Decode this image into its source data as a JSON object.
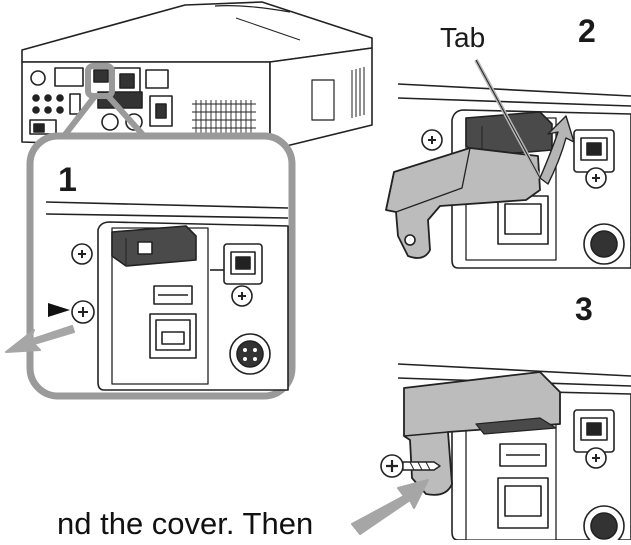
{
  "labels": {
    "step1": "1",
    "step2": "2",
    "step3": "3",
    "tab": "Tab",
    "caption_fragment": "nd the cover. Then"
  },
  "colors": {
    "line": "#222222",
    "cover_dark": "#4a4a4a",
    "cover_light": "#b9b9b9",
    "callout_frame": "#9a9a9a",
    "arrow": "#a6a6a6"
  },
  "icons": {
    "screw": "screw-icon",
    "arrow": "arrow-icon",
    "pointer": "triangle-pointer-icon"
  }
}
